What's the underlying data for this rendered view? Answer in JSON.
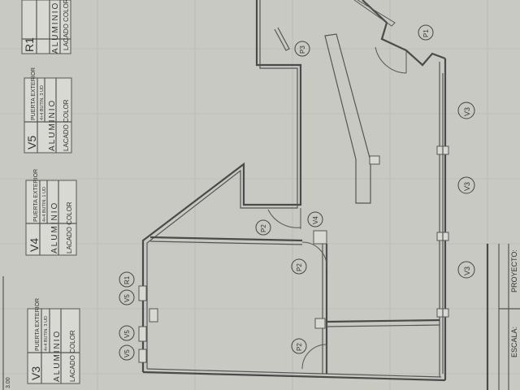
{
  "legends": [
    {
      "code": "R1",
      "title": "",
      "units": "",
      "material": "ALUMINIO",
      "finish": "LACADO COLOR"
    },
    {
      "code": "V5",
      "title": "PUERTA EXTERIOR",
      "units": "4+4 BUTIN. 3 UD",
      "material": "ALUMINIO",
      "finish": "LACADO COLOR"
    },
    {
      "code": "V4",
      "title": "PUERTA EXTERIOR",
      "units": "4+4 BUTIN. 1 UD",
      "material": "ALUMINIO",
      "finish": "LACADO COLOR"
    },
    {
      "code": "V3",
      "title": "PUERTA EXTERIOR",
      "units": "4+4 BUTIN. 3 UD",
      "material": "ALUMINIO",
      "finish": "LACADO COLOR"
    }
  ],
  "tags": {
    "p1": "P1",
    "p2a": "P2",
    "p2b": "P2",
    "p2c": "P2",
    "p3": "P3",
    "v3a": "V3",
    "v3b": "V3",
    "v3c": "V3",
    "v4": "V4",
    "v5a": "V5",
    "v5b": "V5",
    "v5c": "V5",
    "r1": "R1"
  },
  "title_block": {
    "escala": "ESCALA:",
    "proyecto": "PROYECTO:"
  },
  "dimension": "3.00"
}
